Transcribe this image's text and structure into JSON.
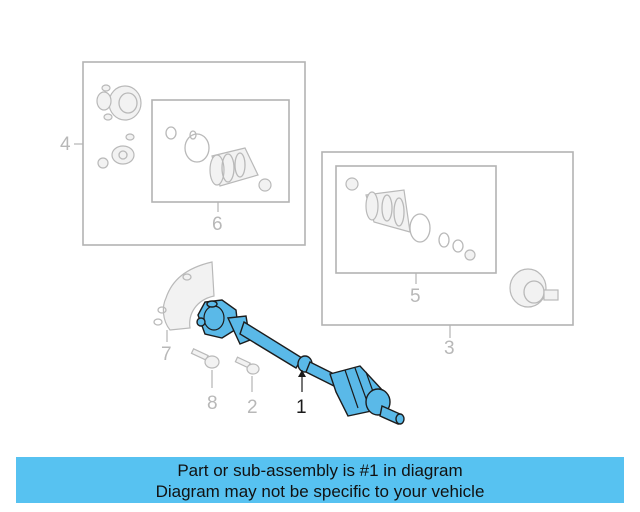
{
  "callouts": {
    "c1": "1",
    "c2": "2",
    "c3": "3",
    "c4": "4",
    "c5": "5",
    "c6": "6",
    "c7": "7",
    "c8": "8"
  },
  "banner": {
    "line1": "Part or sub-assembly is #1 in diagram",
    "line2": "Diagram may not be specific to your vehicle"
  },
  "colors": {
    "banner_bg": "#57c2f1",
    "highlight_part": "#5ab9e8",
    "ghost_lines": "#b9b9b9"
  },
  "highlighted_part": "1"
}
